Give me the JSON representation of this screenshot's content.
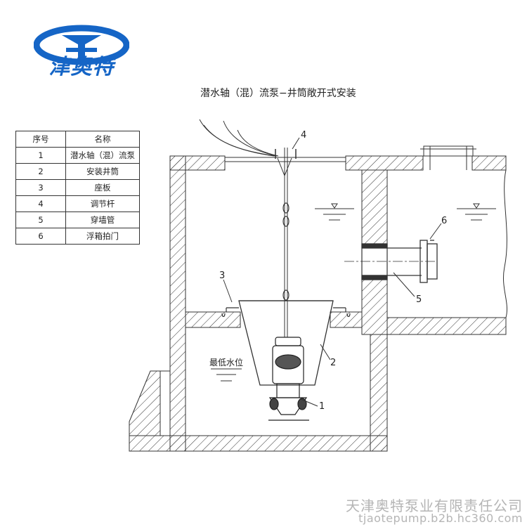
{
  "logo": {
    "text": "津奥特",
    "color": "#1565c6"
  },
  "title": "潜水轴（混）流泵−井筒敞开式安装",
  "table": {
    "headers": [
      "序号",
      "名称"
    ],
    "rows": [
      [
        "1",
        "潜水轴（混）流泵"
      ],
      [
        "2",
        "安装井筒"
      ],
      [
        "3",
        "座板"
      ],
      [
        "4",
        "调节杆"
      ],
      [
        "5",
        "穿墙管"
      ],
      [
        "6",
        "浮箱拍门"
      ]
    ]
  },
  "drawing": {
    "water_level_label": "最低水位",
    "callouts": [
      "1",
      "2",
      "3",
      "4",
      "5",
      "6"
    ]
  },
  "footer": {
    "company": "天津奥特泵业有限责任公司",
    "url": "tjaotepump.b2b.hc360.com"
  }
}
